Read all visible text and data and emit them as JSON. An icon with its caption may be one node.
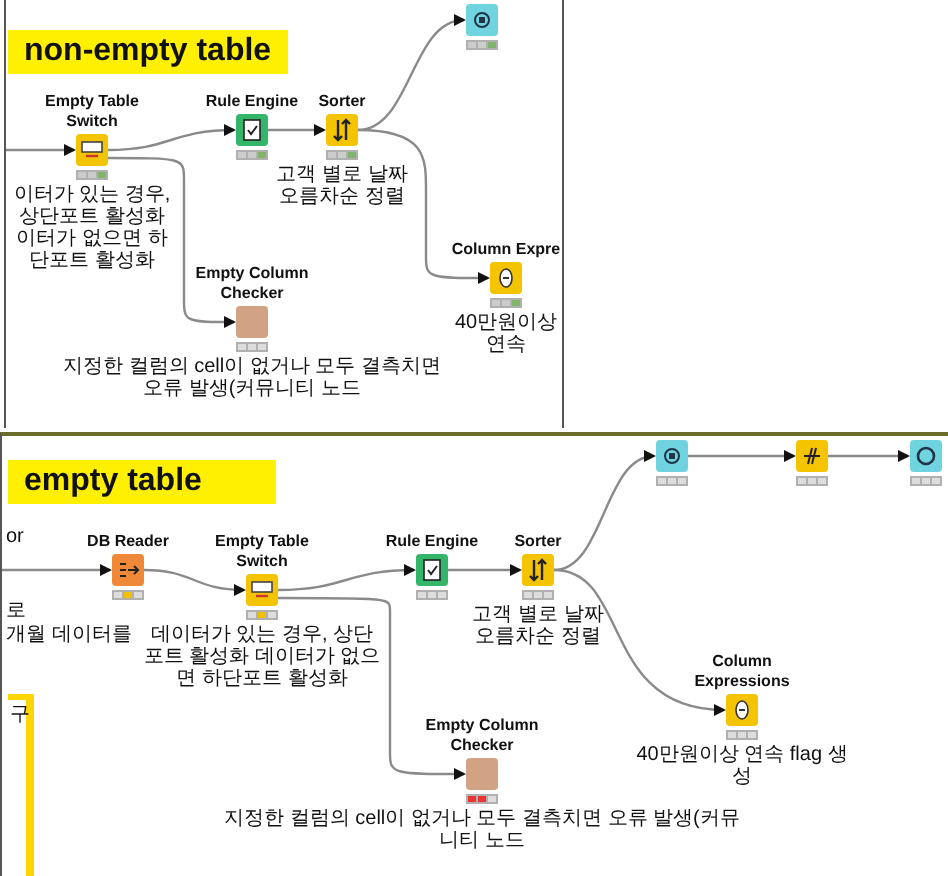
{
  "diagram": {
    "nodes": [
      {
        "text": [],
        "shape": "box"
      },
      {
        "text": [
          "non-empty table"
        ],
        "in": 0
      },
      {
        "text": [
          "Empty Table Switch",
          "이터가 있는 경우, 상단포트 활성화 이터가 없으면 하단포트 활성화"
        ],
        "in": 0
      },
      {
        "text": [
          "Rule Engine"
        ],
        "in": 0
      },
      {
        "text": [
          "Sorter",
          "고객 별로 날짜 오름차순 정렬"
        ],
        "in": 0
      },
      {
        "text": [],
        "shape": "box",
        "in": 0
      },
      {
        "text": [
          "Column Expre",
          "40만원이상 연속"
        ],
        "in": 0
      },
      {
        "text": [
          "Empty Column Checker",
          "지정한 컬럼의 cell이 없거나 모두 결측치면 오류 발생(커뮤니티 노드"
        ],
        "in": 0
      },
      {
        "text": [],
        "shape": "box"
      },
      {
        "text": [
          "empty table"
        ],
        "in": 8
      },
      {
        "text": [
          "DB Reader"
        ],
        "in": 8
      },
      {
        "text": [
          "Empty Table Switch",
          "데이터가 있는 경우, 상단포트 활성화 데이터가 없으면 하단포트 활성화"
        ],
        "in": 8
      },
      {
        "text": [
          "Rule Engine"
        ],
        "in": 8
      },
      {
        "text": [
          "Sorter",
          "고객 별로 날짜 오름차순 정렬"
        ],
        "in": 8
      },
      {
        "text": [],
        "shape": "box",
        "in": 8
      },
      {
        "text": [],
        "shape": "box",
        "in": 8
      },
      {
        "text": [],
        "shape": "box",
        "in": 8
      },
      {
        "text": [
          "Column Expressions",
          "40만원이상 연속 flag 생성"
        ],
        "in": 8
      },
      {
        "text": [
          "Empty Column Checker",
          "지정한 컬럼의 cell이 없거나 모두 결측치면 오류 발생(커뮤니티 노드"
        ],
        "in": 8
      },
      {
        "text": [
          "구"
        ],
        "in": 8
      }
    ],
    "edges": [
      {
        "from": null,
        "to": 2,
        "arrow": "to"
      },
      {
        "from": 2,
        "to": 3,
        "arrow": "to"
      },
      {
        "from": 3,
        "to": 4,
        "arrow": "to"
      },
      {
        "from": 4,
        "to": 5,
        "arrow": "to"
      },
      {
        "from": 4,
        "to": 6,
        "arrow": "to"
      },
      {
        "from": 2,
        "to": 7,
        "arrow": "to"
      },
      {
        "from": null,
        "to": 10,
        "arrow": "to"
      },
      {
        "from": 10,
        "to": 11,
        "arrow": "to"
      },
      {
        "from": 11,
        "to": 12,
        "arrow": "to"
      },
      {
        "from": 12,
        "to": 13,
        "arrow": "to"
      },
      {
        "from": 13,
        "to": 14,
        "arrow": "to"
      },
      {
        "from": 14,
        "to": 15,
        "arrow": "to"
      },
      {
        "from": 15,
        "to": 16,
        "arrow": "to"
      },
      {
        "from": 13,
        "to": 17,
        "arrow": "to"
      },
      {
        "from": 11,
        "to": 18,
        "arrow": "to"
      }
    ],
    "labels": [
      "or",
      "로",
      "개월 데이터를"
    ]
  }
}
